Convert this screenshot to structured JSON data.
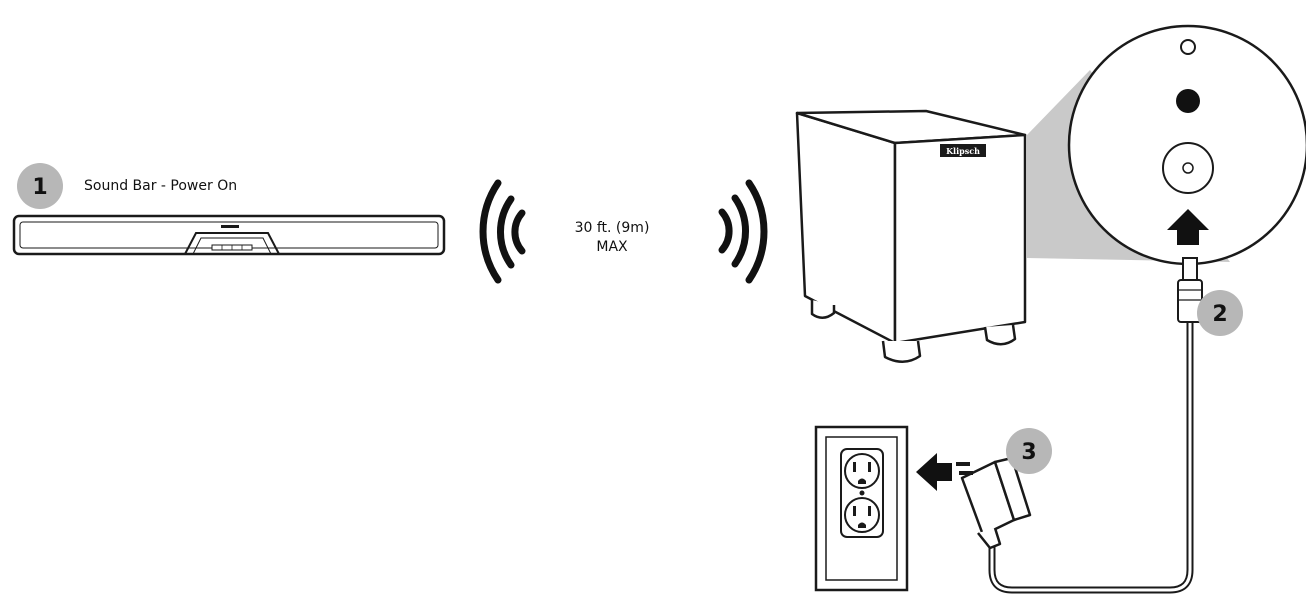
{
  "steps": [
    {
      "number": "1",
      "label": "Sound Bar - Power On"
    },
    {
      "number": "2"
    },
    {
      "number": "3"
    }
  ],
  "range": {
    "line1": "30 ft. (9m)",
    "line2": "MAX"
  },
  "brand": {
    "subwoofer_logo": "Klipsch"
  },
  "colors": {
    "badge": "#b7b7b7",
    "zoom_cone": "#c9c9c9",
    "outline": "#1a1a1a"
  },
  "icons": [
    "wireless-waves-icon",
    "arrow-up-icon",
    "arrow-left-icon"
  ]
}
